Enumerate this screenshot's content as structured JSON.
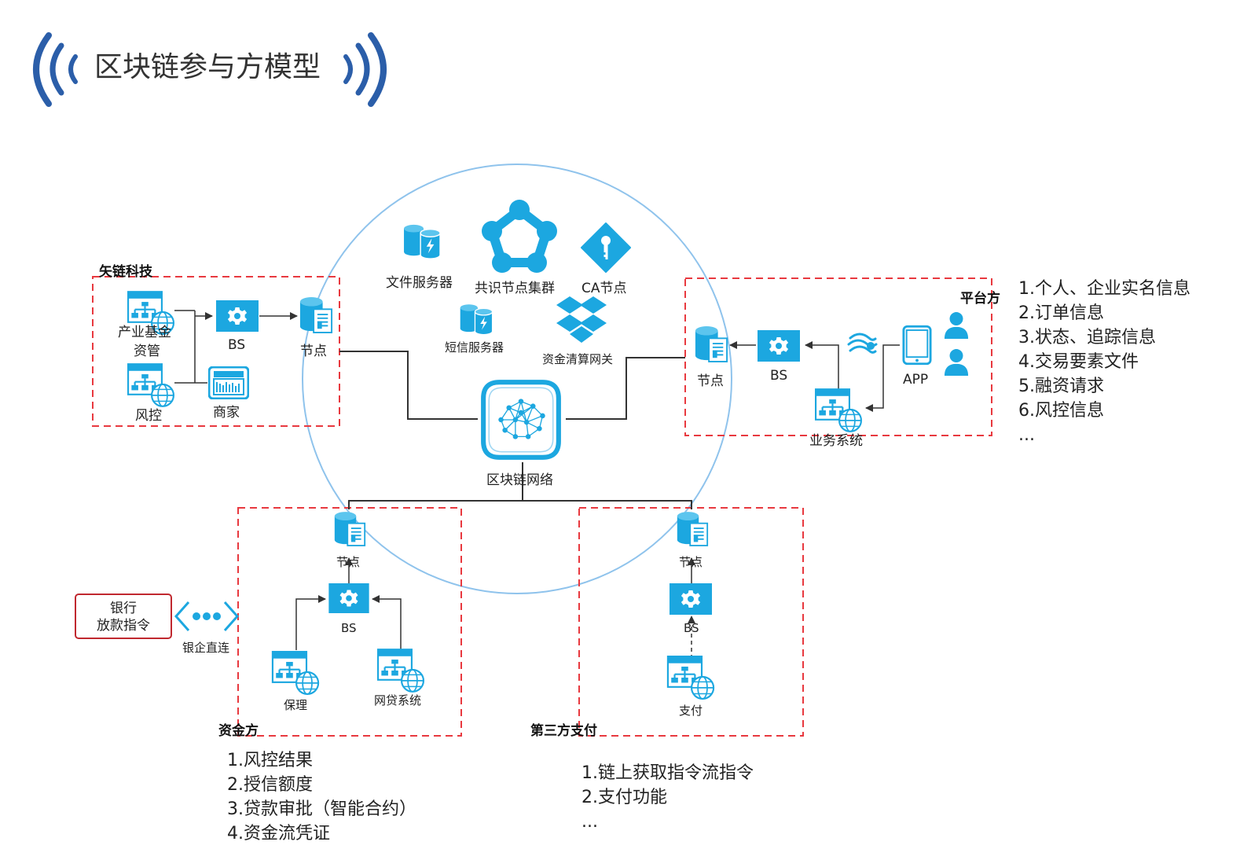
{
  "title": "区块链参与方模型",
  "colors": {
    "accent": "#1ca7e0",
    "brand_blue": "#2b5ea9",
    "dashed_red": "#e8393f",
    "circle": "#8fc3ec",
    "bank_border": "#c0282f"
  },
  "network": {
    "center_label": "区块链网络",
    "services": {
      "file_server": "文件服务器",
      "consensus_cluster": "共识节点集群",
      "ca_node": "CA节点",
      "sms_server": "短信服务器",
      "clearing_gateway": "资金清算网关"
    }
  },
  "groups": {
    "shilian": {
      "name": "矢链科技",
      "industry_fund": "产业基金资管",
      "industry_fund_line1": "产业基金",
      "industry_fund_line2": "资管",
      "risk": "风控",
      "bs": "BS",
      "merchant": "商家",
      "node": "节点"
    },
    "platform": {
      "name": "平台方",
      "node": "节点",
      "bs": "BS",
      "app": "APP",
      "business_system": "业务系统",
      "info": [
        "1.个人、企业实名信息",
        "2.订单信息",
        "3.状态、追踪信息",
        "4.交易要素文件",
        "5.融资请求",
        "6.风控信息",
        "..."
      ]
    },
    "funder": {
      "name": "资金方",
      "node": "节点",
      "bs": "BS",
      "factoring": "保理",
      "p2p_system": "网贷系统",
      "info": [
        "1.风控结果",
        "2.授信额度",
        "3.贷款审批（智能合约）",
        "4.资金流凭证"
      ]
    },
    "third_party": {
      "name": "第三方支付",
      "node": "节点",
      "bs": "BS",
      "payment": "支付",
      "info": [
        "1.链上获取指令流指令",
        "2.支付功能",
        "..."
      ]
    }
  },
  "bank": {
    "line1": "银行",
    "line2": "放款指令",
    "direct_link": "银企直连"
  }
}
